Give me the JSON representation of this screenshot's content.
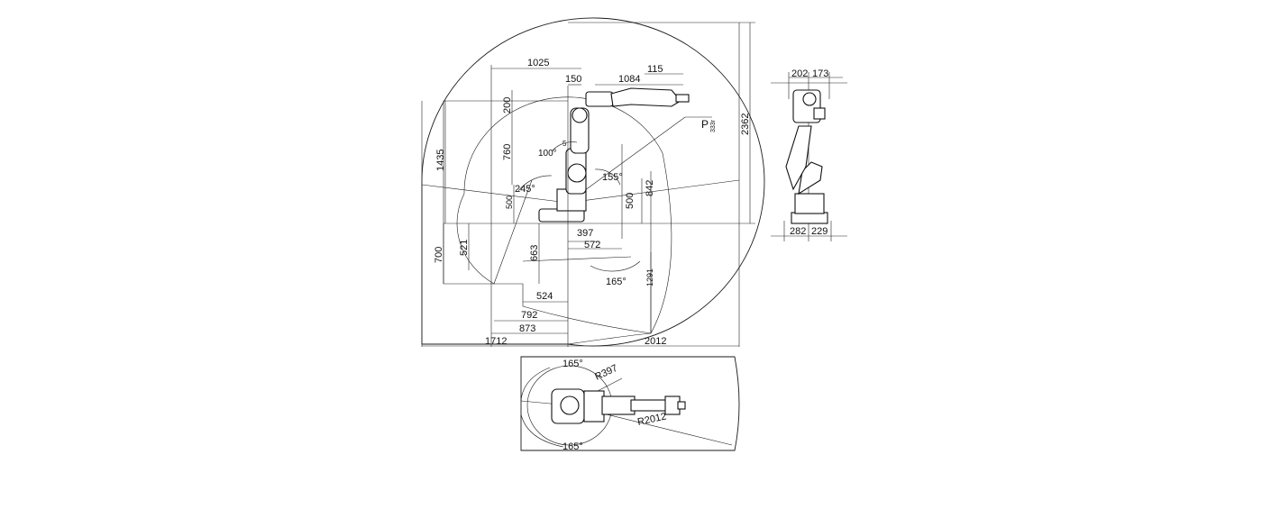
{
  "side_view": {
    "d_1025": "1025",
    "d_150": "150",
    "d_1084": "1084",
    "d_115": "115",
    "d_200": "200",
    "d_760": "760",
    "d_1435": "1435",
    "d_500_left": "500",
    "d_500_base": "500",
    "d_2362": "2362",
    "d_842": "842",
    "d_397": "397",
    "d_572": "572",
    "d_521": "521",
    "d_700": "700",
    "d_663": "663",
    "d_524": "524",
    "d_792": "792",
    "d_873": "873",
    "d_1712": "1712",
    "d_2012": "2012",
    "d_1291": "1291",
    "a_100": "100°",
    "a_155": "155°",
    "a_245": "245°",
    "a_165": "165°",
    "a_5": "5",
    "p_label": "P",
    "p_sub": "333r"
  },
  "front_view": {
    "d_202": "202",
    "d_173": "173",
    "d_282": "282",
    "d_229": "229"
  },
  "top_view": {
    "a_165_top": "165°",
    "a_165_bottom": "165°",
    "r_397": "R397",
    "r_2012": "R2012"
  }
}
